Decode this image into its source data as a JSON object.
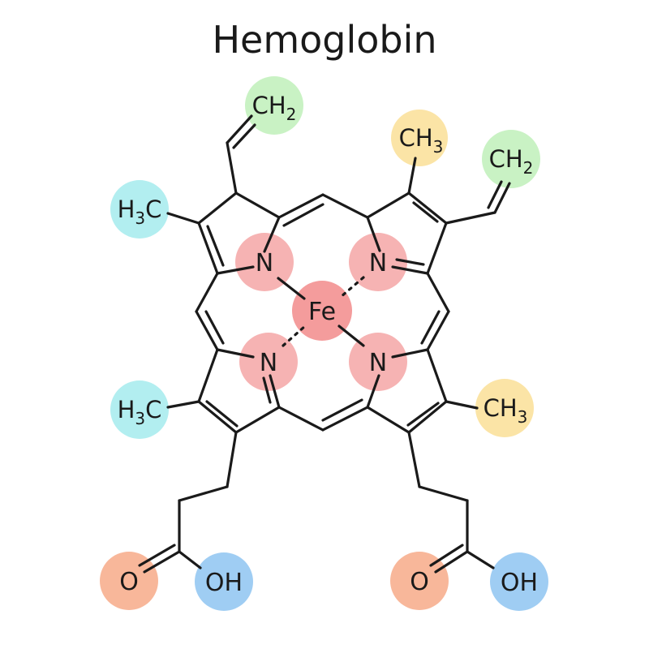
{
  "title": "Hemoglobin",
  "colors": {
    "vinyl": "#c9f2c4",
    "methyl_left": "#b2eef0",
    "methyl_right": "#fbe4a6",
    "nitrogen": "#f6b3b3",
    "iron": "#f49c9c",
    "carbonyl_o": "#f8b79a",
    "hydroxyl": "#9fcdf3"
  },
  "labels": {
    "iron": "Fe",
    "nitrogen": "N",
    "ch2": {
      "base": "CH",
      "sub": "2"
    },
    "ch3": {
      "base": "CH",
      "sub": "3"
    },
    "h3c": {
      "pre": "H",
      "sub": "3",
      "post": "C"
    },
    "oxygen": "O",
    "hydroxyl": "OH"
  }
}
